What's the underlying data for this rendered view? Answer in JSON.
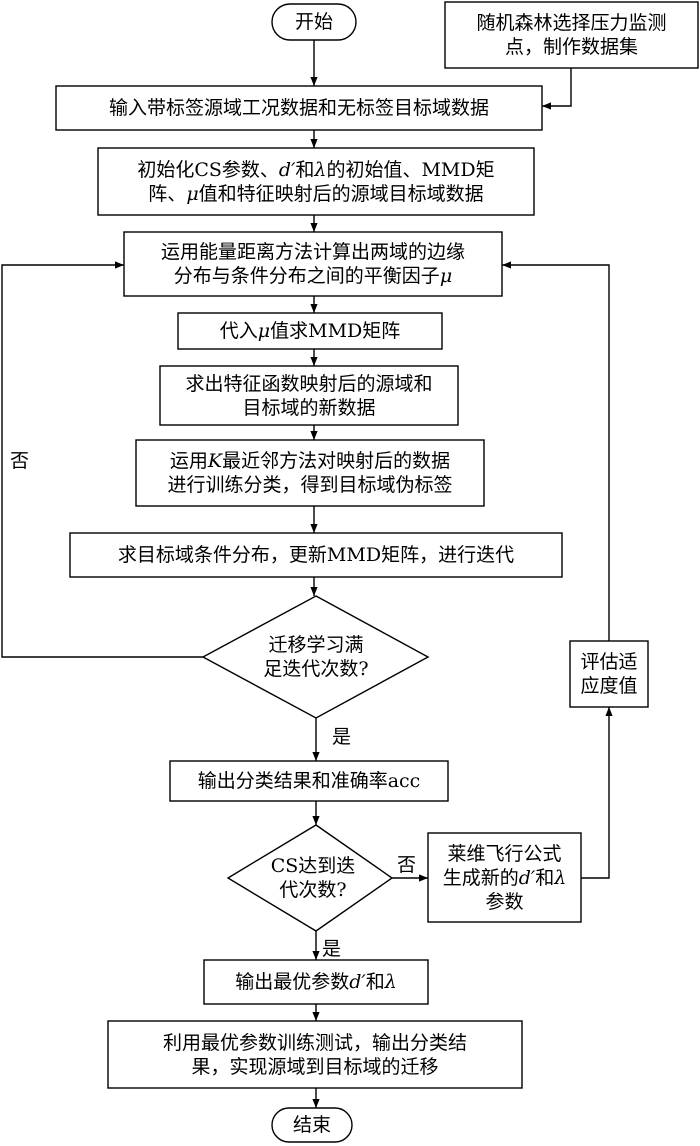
{
  "nodes": {
    "start": "开始",
    "rf_select": [
      "随机森林选择压力监测",
      "点，制作数据集"
    ],
    "input": "输入带标签源域工况数据和无标签目标域数据",
    "init": [
      [
        "初始化CS参数、",
        {
          "t": "d′",
          "i": true
        },
        "和",
        {
          "t": "λ",
          "i": true
        },
        "的初始值、MMD矩"
      ],
      [
        "阵、",
        {
          "t": "μ",
          "i": true
        },
        "值和特征映射后的源域目标域数据"
      ]
    ],
    "energy": [
      [
        "运用能量距离方法计算出两域的边缘"
      ],
      [
        "分布与条件分布之间的平衡因子",
        {
          "t": "μ",
          "i": true
        }
      ]
    ],
    "mmd": [
      [
        "代入",
        {
          "t": "μ",
          "i": true
        },
        "值求MMD矩阵"
      ]
    ],
    "feature_map": [
      [
        "求出特征函数映射后的源域和"
      ],
      [
        "目标域的新数据"
      ]
    ],
    "knn": [
      [
        "运用",
        {
          "t": "K",
          "i": true
        },
        "最近邻方法对映射后的数据"
      ],
      [
        "进行训练分类，得到目标域伪标签"
      ]
    ],
    "update": "求目标域条件分布，更新MMD矩阵，进行迭代",
    "decision1": [
      "迁移学习满",
      "足迭代次数?"
    ],
    "output_acc": "输出分类结果和准确率acc",
    "decision2": [
      "CS达到迭",
      "代次数?"
    ],
    "levy": [
      [
        "莱维飞行公式"
      ],
      [
        "生成新的",
        {
          "t": "d′",
          "i": true
        },
        "和",
        {
          "t": "λ",
          "i": true
        }
      ],
      [
        "参数"
      ]
    ],
    "fitness": [
      "评估适",
      "应度值"
    ],
    "optimal": [
      [
        "输出最优参数",
        {
          "t": "d′",
          "i": true
        },
        "和",
        {
          "t": "λ",
          "i": true
        }
      ]
    ],
    "train_test": [
      "利用最优参数训练测试，输出分类结",
      "果，实现源域到目标域的迁移"
    ],
    "end": "结束"
  },
  "edge_labels": {
    "no1": "否",
    "yes1": "是",
    "no2": "否",
    "yes2": "是"
  }
}
